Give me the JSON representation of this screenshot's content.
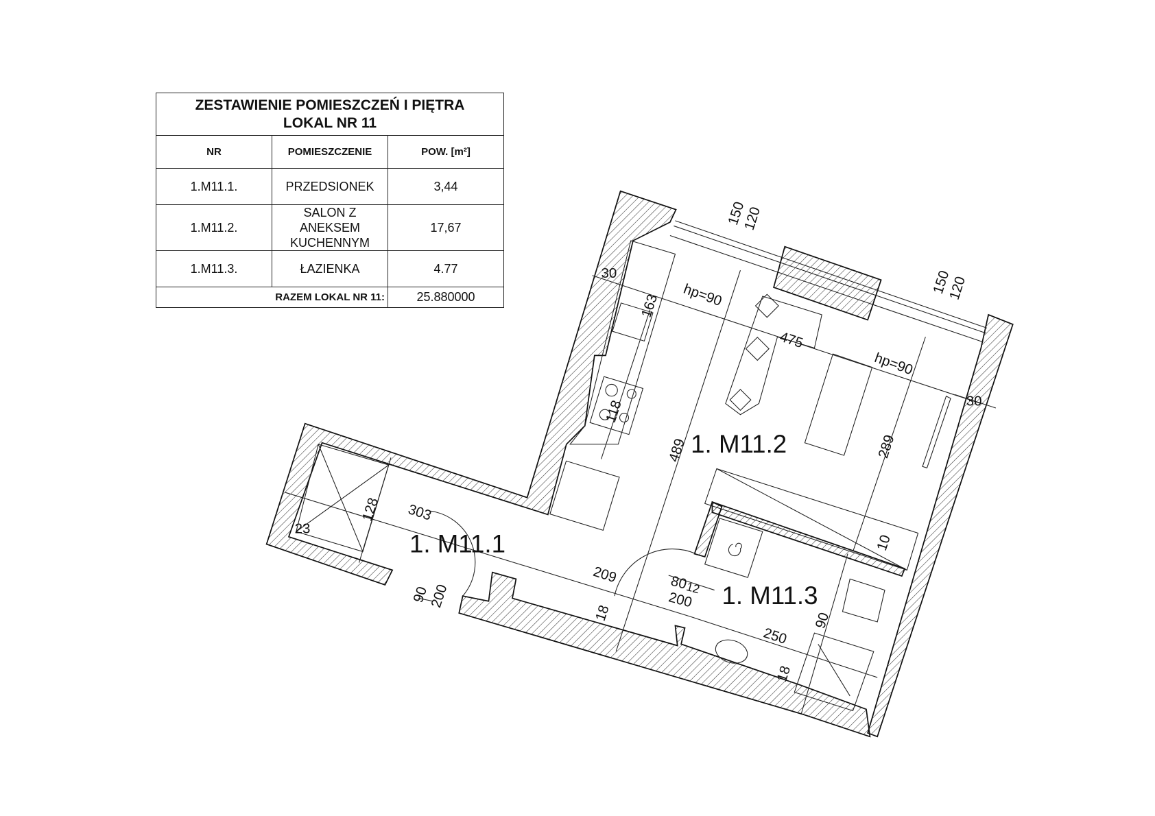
{
  "table": {
    "title_line1": "ZESTAWIENIE POMIESZCZEŃ I PIĘTRA",
    "title_line2": "LOKAL NR 11",
    "headers": {
      "nr": "NR",
      "room": "POMIESZCZENIE",
      "area": "POW.  [m²]"
    },
    "rows": [
      {
        "nr": "1.M11.1.",
        "room_line1": "PRZEDSIONEK",
        "room_line2": "",
        "area": "3,44"
      },
      {
        "nr": "1.M11.2.",
        "room_line1": "SALON Z ANEKSEM",
        "room_line2": "KUCHENNYM",
        "area": "17,67"
      },
      {
        "nr": "1.M11.3.",
        "room_line1": "ŁAZIENKA",
        "room_line2": "",
        "area": "4.77"
      }
    ],
    "total_label": "RAZEM LOKAL NR 11:",
    "total_value": "25.880000"
  },
  "plan": {
    "rooms": {
      "entry": "1. M11.1",
      "living": "1. M11.2",
      "bath": "1. M11.3"
    },
    "dims": {
      "wall_w": "30",
      "wall_e": "30",
      "win1_h": "150",
      "win1_w": "120",
      "win2_h": "150",
      "win2_w": "120",
      "hp1": "hp=90",
      "hp2": "hp=90",
      "d163": "163",
      "d475": "475",
      "d118": "118",
      "d489": "489",
      "d289": "289",
      "d128": "128",
      "d303": "303",
      "d23": "23",
      "d10": "10",
      "d209": "209",
      "door_bath_w": "80",
      "door_bath_extra": "12",
      "door_bath_h": "200",
      "door_main_w": "90",
      "door_main_h": "200",
      "d18a": "18",
      "d18b": "18",
      "d250": "250",
      "d90": "90"
    }
  }
}
